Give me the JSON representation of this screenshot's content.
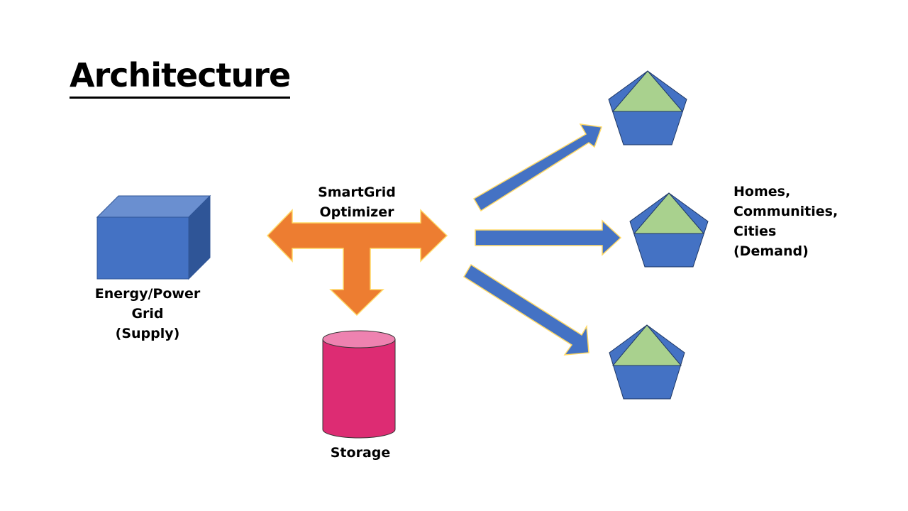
{
  "slide": {
    "title": "Architecture"
  },
  "labels": {
    "supply": "Energy/Power\nGrid\n(Supply)",
    "optimizer": "SmartGrid\nOptimizer",
    "storage": "Storage",
    "demand": "Homes,\nCommunities,\nCities\n(Demand)"
  },
  "colors": {
    "blue": "#4472c4",
    "blue_top": "#6a8fd0",
    "blue_side": "#2f5597",
    "orange": "#ed7d31",
    "pink": "#dd2c73",
    "pink_top": "#ee82b0",
    "green": "#a9d18e",
    "outline": "#ffd966"
  }
}
